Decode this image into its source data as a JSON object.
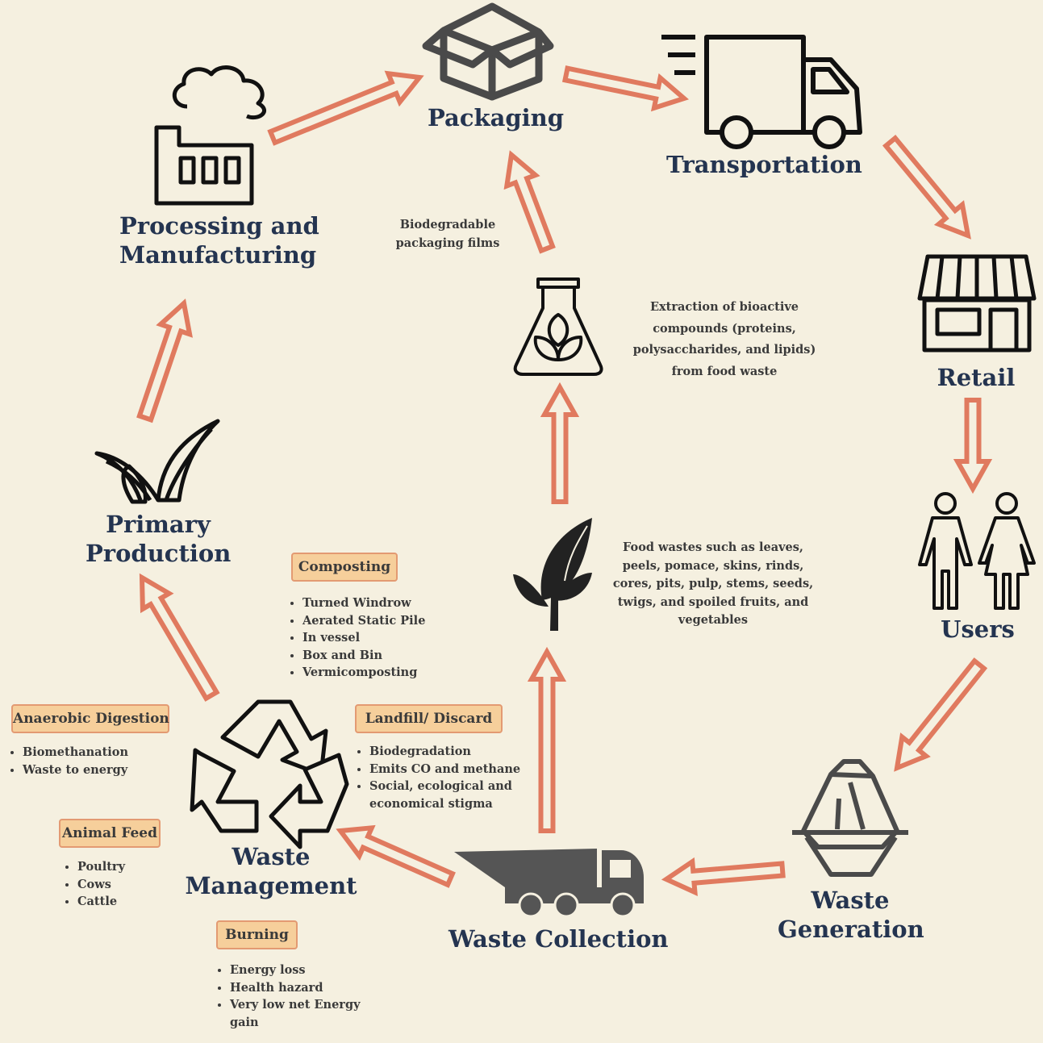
{
  "stages": {
    "packaging": "Packaging",
    "transportation": "Transportation",
    "processing": [
      "Processing and",
      "Manufacturing"
    ],
    "retail": "Retail",
    "primary": [
      "Primary",
      "Production"
    ],
    "users": "Users",
    "waste_management": [
      "Waste",
      "Management"
    ],
    "waste_collection": "Waste Collection",
    "waste_generation": [
      "Waste",
      "Generation"
    ]
  },
  "notes": {
    "biodegradable": [
      "Biodegradable",
      "packaging films"
    ],
    "extraction": [
      "Extraction of bioactive",
      "compounds (proteins,",
      "polysaccharides, and lipids)",
      "from food waste"
    ],
    "food_wastes": [
      "Food wastes such as leaves,",
      "peels, pomace, skins, rinds,",
      "cores, pits, pulp, stems, seeds,",
      "twigs, and spoiled fruits, and",
      "vegetables"
    ]
  },
  "methods": {
    "composting": {
      "title": "Composting",
      "items": [
        "Turned Windrow",
        "Aerated Static Pile",
        "In vessel",
        "Box and Bin",
        "Vermicomposting"
      ]
    },
    "anaerobic": {
      "title": "Anaerobic Digestion",
      "items": [
        "Biomethanation",
        "Waste to energy"
      ]
    },
    "landfill": {
      "title": "Landfill/ Discard",
      "items": [
        "Biodegradation",
        "Emits CO and methane",
        "Social, ecological and economical stigma"
      ]
    },
    "animal_feed": {
      "title": "Animal Feed",
      "items": [
        "Poultry",
        "Cows",
        "Cattle"
      ]
    },
    "burning": {
      "title": "Burning",
      "items": [
        "Energy loss",
        "Health hazard",
        "Very low net Energy gain"
      ]
    }
  },
  "colors": {
    "background": "#f5f0e0",
    "arrow": "#e07a5f",
    "label": "#243450",
    "box_fill": "#f6cf9b",
    "icon": "#1a1a1a"
  },
  "icons": [
    "box-icon",
    "truck-icon",
    "factory-icon",
    "store-icon",
    "flask-icon",
    "sprout-icon",
    "leaf-icon",
    "users-icon",
    "recycle-icon",
    "dump-truck-icon",
    "trash-pile-icon"
  ]
}
